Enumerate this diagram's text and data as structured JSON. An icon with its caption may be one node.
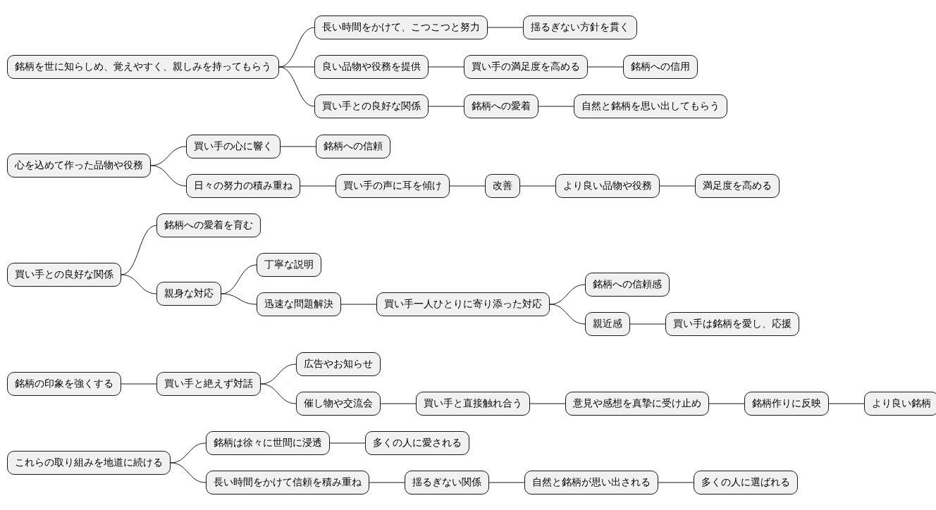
{
  "diagram": {
    "nodes": [
      {
        "text": [
          "銘柄を世に知らしめ、覚えやすく、親しみを持ってもらう"
        ]
      },
      {
        "text": [
          "長い時間をかけて、こつこつと努力"
        ]
      },
      {
        "text": [
          "揺るぎない方針を貫く"
        ]
      },
      {
        "text": [
          "良い品物や役務を提供"
        ]
      },
      {
        "text": [
          "買い手の満足度を高める"
        ]
      },
      {
        "text": [
          "銘柄への信用"
        ]
      },
      {
        "text": [
          "買い手との良好な関係"
        ]
      },
      {
        "text": [
          "銘柄への愛着"
        ]
      },
      {
        "text": [
          "自然と銘柄を思い出してもらう"
        ]
      },
      {
        "text": [
          "心を込めて作った品物や役務"
        ]
      },
      {
        "text": [
          "買い手の心に響く"
        ]
      },
      {
        "text": [
          "銘柄への信頼"
        ]
      },
      {
        "text": [
          "日々の努力の積み重ね"
        ]
      },
      {
        "text": [
          "買い手の声に耳を傾け"
        ]
      },
      {
        "text": [
          "改善"
        ]
      },
      {
        "text": [
          "より良い品物や役務"
        ]
      },
      {
        "text": [
          "満足度を高める"
        ]
      },
      {
        "text": [
          "買い手との良好な関係"
        ]
      },
      {
        "text": [
          "銘柄への愛着を育む"
        ]
      },
      {
        "text": [
          "親身な対応"
        ]
      },
      {
        "text": [
          "丁寧な説明"
        ]
      },
      {
        "text": [
          "迅速な問題解決"
        ]
      },
      {
        "text": [
          "買い手一人ひとりに寄り添った対応"
        ]
      },
      {
        "text": [
          "銘柄への信頼感"
        ]
      },
      {
        "text": [
          "親近感"
        ]
      },
      {
        "text": [
          "買い手は銘柄を愛し、応援"
        ]
      },
      {
        "text": [
          "銘柄の印象を強くする"
        ]
      },
      {
        "text": [
          "買い手と絶えず対話"
        ]
      },
      {
        "text": [
          "広告やお知らせ"
        ]
      },
      {
        "text": [
          "催し物や交流会"
        ]
      },
      {
        "text": [
          "買い手と直接触れ合う"
        ]
      },
      {
        "text": [
          "意見や感想を真摯に受け止め"
        ]
      },
      {
        "text": [
          "銘柄作りに反映"
        ]
      },
      {
        "text": [
          "より良い銘柄"
        ]
      },
      {
        "text": [
          "これらの取り組みを地道に続ける"
        ]
      },
      {
        "text": [
          "銘柄は徐々に世間に浸透"
        ]
      },
      {
        "text": [
          "多くの人に愛される"
        ]
      },
      {
        "text": [
          "長い時間をかけて信頼を積み重ね"
        ]
      },
      {
        "text": [
          "揺るぎない関係"
        ]
      },
      {
        "text": [
          "自然と銘柄が思い出される"
        ]
      },
      {
        "text": [
          "多くの人に選ばれる"
        ]
      }
    ],
    "edges": [
      {
        "from": 0,
        "to": 1,
        "arrow": "none"
      },
      {
        "from": 1,
        "to": 2,
        "arrow": "none"
      },
      {
        "from": 0,
        "to": 3,
        "arrow": "none"
      },
      {
        "from": 3,
        "to": 4,
        "arrow": "none"
      },
      {
        "from": 4,
        "to": 5,
        "arrow": "none"
      },
      {
        "from": 0,
        "to": 6,
        "arrow": "none"
      },
      {
        "from": 6,
        "to": 7,
        "arrow": "none"
      },
      {
        "from": 7,
        "to": 8,
        "arrow": "none"
      },
      {
        "from": 9,
        "to": 10,
        "arrow": "none"
      },
      {
        "from": 10,
        "to": 11,
        "arrow": "none"
      },
      {
        "from": 9,
        "to": 12,
        "arrow": "none"
      },
      {
        "from": 12,
        "to": 13,
        "arrow": "none"
      },
      {
        "from": 13,
        "to": 14,
        "arrow": "none"
      },
      {
        "from": 14,
        "to": 15,
        "arrow": "none"
      },
      {
        "from": 15,
        "to": 16,
        "arrow": "none"
      },
      {
        "from": 17,
        "to": 18,
        "arrow": "none"
      },
      {
        "from": 17,
        "to": 19,
        "arrow": "none"
      },
      {
        "from": 19,
        "to": 20,
        "arrow": "none"
      },
      {
        "from": 19,
        "to": 21,
        "arrow": "none"
      },
      {
        "from": 21,
        "to": 22,
        "arrow": "none"
      },
      {
        "from": 22,
        "to": 23,
        "arrow": "none"
      },
      {
        "from": 22,
        "to": 24,
        "arrow": "none"
      },
      {
        "from": 24,
        "to": 25,
        "arrow": "none"
      },
      {
        "from": 26,
        "to": 27,
        "arrow": "none"
      },
      {
        "from": 27,
        "to": 28,
        "arrow": "none"
      },
      {
        "from": 27,
        "to": 29,
        "arrow": "none"
      },
      {
        "from": 29,
        "to": 30,
        "arrow": "none"
      },
      {
        "from": 30,
        "to": 31,
        "arrow": "none"
      },
      {
        "from": 31,
        "to": 32,
        "arrow": "none"
      },
      {
        "from": 32,
        "to": 33,
        "arrow": "none"
      },
      {
        "from": 34,
        "to": 35,
        "arrow": "none"
      },
      {
        "from": 35,
        "to": 36,
        "arrow": "none"
      },
      {
        "from": 34,
        "to": 37,
        "arrow": "none"
      },
      {
        "from": 37,
        "to": 38,
        "arrow": "none"
      },
      {
        "from": 38,
        "to": 39,
        "arrow": "none"
      },
      {
        "from": 39,
        "to": 40,
        "arrow": "none"
      }
    ]
  }
}
